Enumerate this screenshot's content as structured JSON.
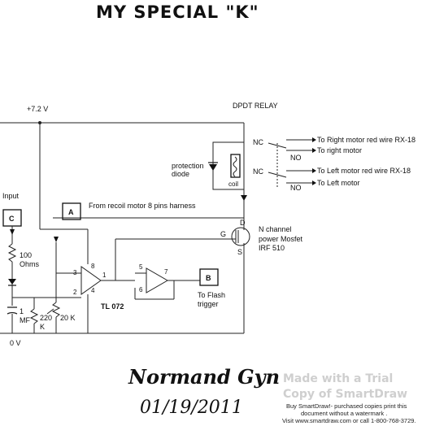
{
  "title": "MY SPECIAL \"K\"",
  "supply_label": "+7.2 V",
  "ground_label": "0 V",
  "relay_title": "DPDT  RELAY",
  "relay": {
    "nc_top": "NC",
    "no_top": "NO",
    "nc_bottom": "NC",
    "no_bottom": "NO",
    "coil_label": "coil",
    "protection_diode_label": [
      "protection",
      "diode"
    ]
  },
  "motor_outputs": [
    "To Right motor red wire  RX-18",
    "To right motor",
    "To Left motor red wire RX-18",
    "To Left motor"
  ],
  "input_label": "Input",
  "boxes": {
    "a": "A",
    "b": "B",
    "c": "C"
  },
  "box_a_caption": "From recoil motor 8 pins harness",
  "box_b_caption": [
    "To Flash",
    "trigger"
  ],
  "mosfet": {
    "lines": [
      "N channel",
      "power Mosfet",
      "IRF 510"
    ],
    "pin_d": "D",
    "pin_g": "G",
    "pin_s": "S"
  },
  "opamp_label": "TL 072",
  "opamp_pins": {
    "p3": "3",
    "p2": "2",
    "p8": "8",
    "p1": "1",
    "p4": "4",
    "p5": "5",
    "p6": "6",
    "p7": "7"
  },
  "components": {
    "r1": [
      "100",
      "Ohms"
    ],
    "r2": [
      "220",
      "K"
    ],
    "pot": "20 K",
    "cap": [
      "1",
      "MF"
    ]
  },
  "signature": "Normand Gyn",
  "date": "01/19/2011",
  "watermark": {
    "line1": "Made with a Trial",
    "line2": "Copy of SmartDraw",
    "small": [
      "Buy SmartDraw!- purchased copies print this",
      "document without a watermark .",
      "Visit www.smartdraw.com or call 1-800-768-3729."
    ]
  }
}
